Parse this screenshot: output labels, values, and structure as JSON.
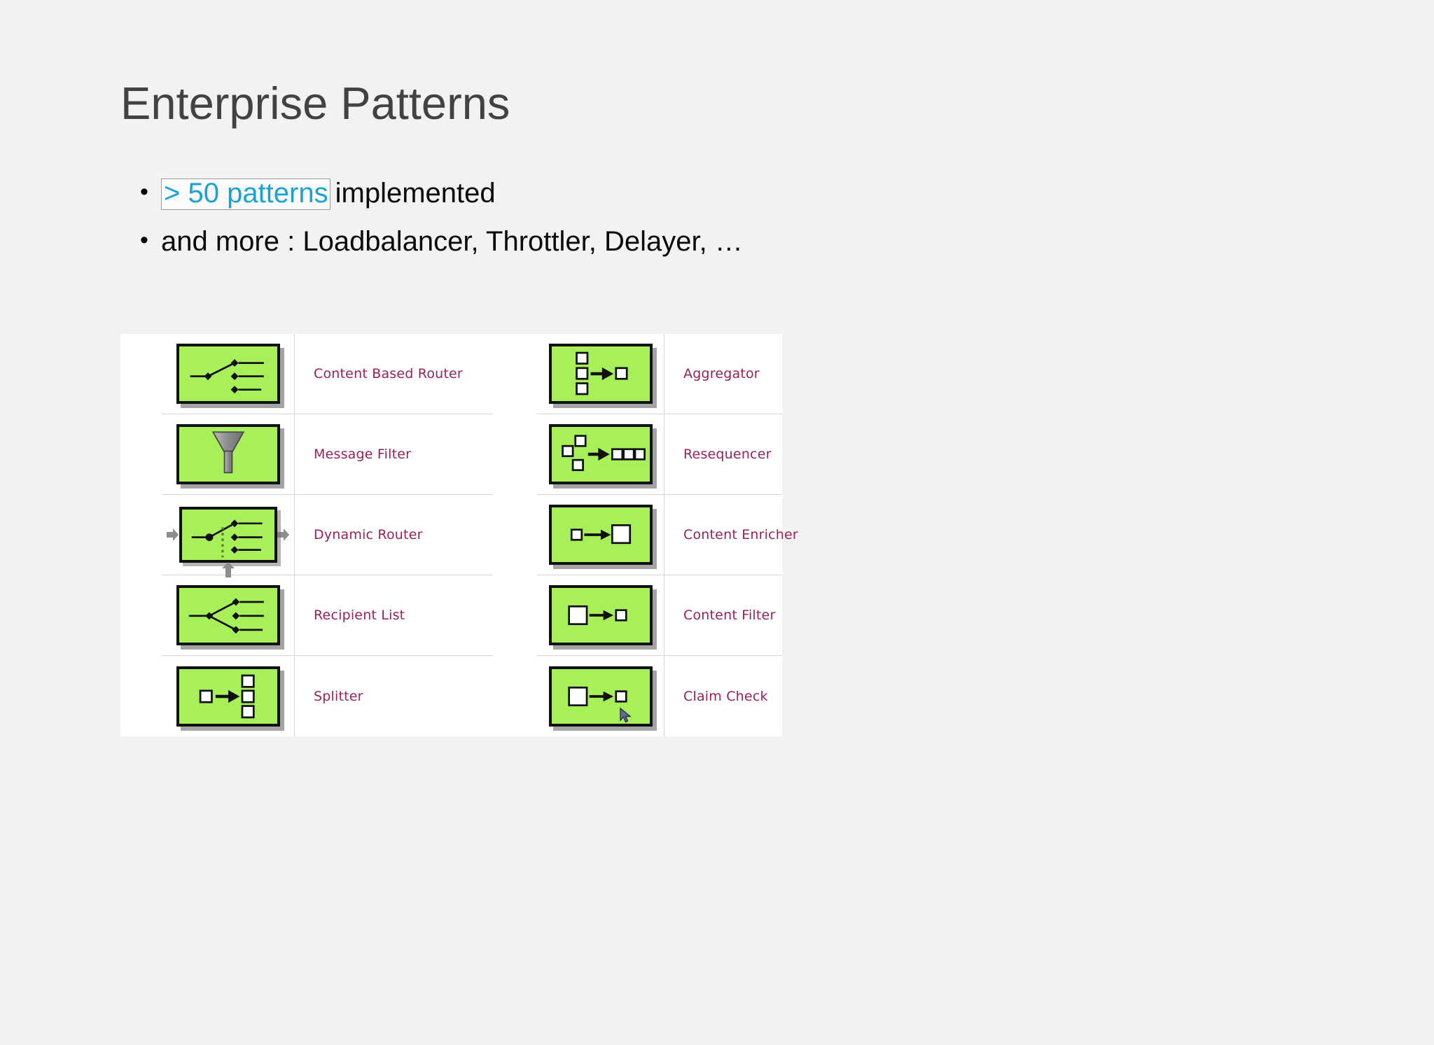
{
  "slide": {
    "title": "Enterprise Patterns",
    "background_color": "#f2f2f2",
    "title_color": "#424242"
  },
  "bullets": [
    {
      "marker": "•",
      "link_text": "> 50 patterns",
      "link_color": "#1ba1d6",
      "rest_text": "implemented"
    },
    {
      "marker": "•",
      "text": "and more : Loadbalancer, Throttler, Delayer, …"
    }
  ],
  "pattern_table": {
    "label_color": "#99215a",
    "icon_fill": "#a8f05a",
    "left_column": [
      {
        "label": "Content Based Router",
        "icon": "content-based-router-icon"
      },
      {
        "label": "Message Filter",
        "icon": "message-filter-icon"
      },
      {
        "label": "Dynamic Router",
        "icon": "dynamic-router-icon"
      },
      {
        "label": "Recipient List",
        "icon": "recipient-list-icon"
      },
      {
        "label": "Splitter",
        "icon": "splitter-icon"
      }
    ],
    "right_column": [
      {
        "label": "Aggregator",
        "icon": "aggregator-icon"
      },
      {
        "label": "Resequencer",
        "icon": "resequencer-icon"
      },
      {
        "label": "Content Enricher",
        "icon": "content-enricher-icon"
      },
      {
        "label": "Content Filter",
        "icon": "content-filter-icon"
      },
      {
        "label": "Claim Check",
        "icon": "claim-check-icon"
      }
    ]
  }
}
